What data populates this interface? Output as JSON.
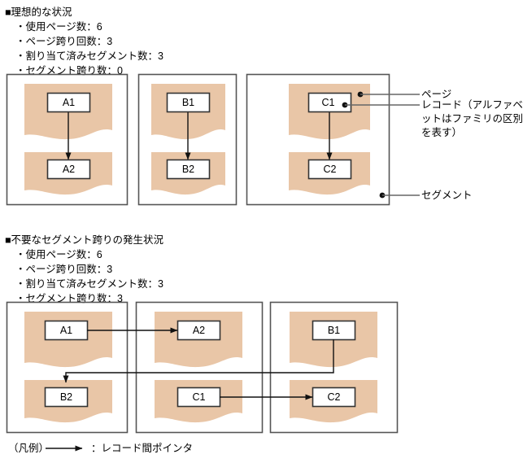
{
  "sections": [
    {
      "marker": "■",
      "title": "理想的な状況",
      "bullets": [
        "・使用ページ数：6",
        "・ページ跨り回数：3",
        "・割り当て済みセグメント数：3",
        "・セグメント跨り数：0"
      ],
      "segments": [
        {
          "name": "segment-a",
          "records": [
            "A1",
            "A2"
          ]
        },
        {
          "name": "segment-b",
          "records": [
            "B1",
            "B2"
          ]
        },
        {
          "name": "segment-c",
          "records": [
            "C1",
            "C2"
          ]
        }
      ]
    },
    {
      "marker": "■",
      "title": "不要なセグメント跨りの発生状況",
      "bullets": [
        "・使用ページ数：6",
        "・ページ跨り回数：3",
        "・割り当て済みセグメント数：3",
        "・セグメント跨り数：3"
      ],
      "segments": [
        {
          "name": "segment-1",
          "records": [
            "A1",
            "B2"
          ]
        },
        {
          "name": "segment-2",
          "records": [
            "A2",
            "C1"
          ]
        },
        {
          "name": "segment-3",
          "records": [
            "B1",
            "C2"
          ]
        }
      ]
    }
  ],
  "annotations": {
    "page": "ページ",
    "record": "レコード（アルファベットはファミリの区別を表す）",
    "segment": "セグメント"
  },
  "legend": {
    "prefix": "（凡例）",
    "colon": "：",
    "text": "レコード間ポインタ"
  },
  "colors": {
    "page_fill": "#e9c6a7",
    "record_fill": "#ffffff",
    "record_border": "#333333",
    "segment_border": "#555555",
    "leader_line": "#666666",
    "arrow": "#111111",
    "text": "#000000"
  }
}
